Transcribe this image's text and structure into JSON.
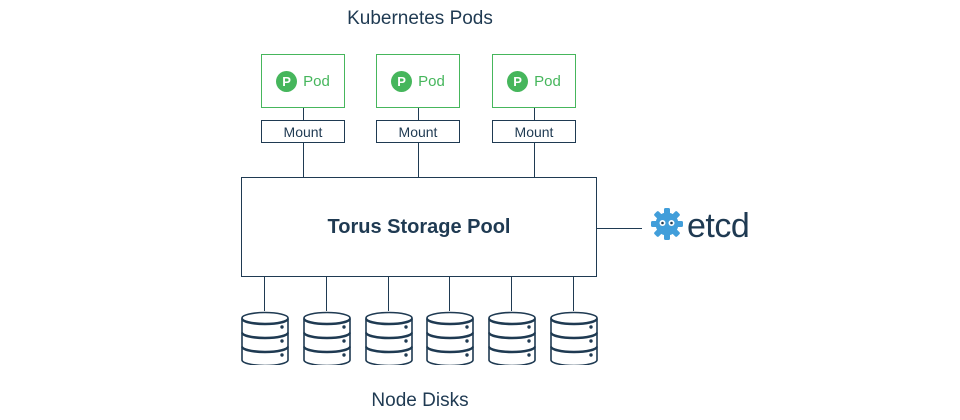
{
  "titles": {
    "pods": "Kubernetes Pods",
    "disks": "Node Disks"
  },
  "pods": [
    {
      "badge": "P",
      "label": "Pod",
      "mount": "Mount"
    },
    {
      "badge": "P",
      "label": "Pod",
      "mount": "Mount"
    },
    {
      "badge": "P",
      "label": "Pod",
      "mount": "Mount"
    }
  ],
  "pool": {
    "label": "Torus Storage Pool"
  },
  "etcd": {
    "label": "etcd",
    "icon": "etcd-logo-icon",
    "color": "#419eda"
  },
  "disks": [
    {
      "icon": "disk-icon"
    },
    {
      "icon": "disk-icon"
    },
    {
      "icon": "disk-icon"
    },
    {
      "icon": "disk-icon"
    },
    {
      "icon": "disk-icon"
    },
    {
      "icon": "disk-icon"
    }
  ],
  "colors": {
    "pod": "#46b65c",
    "line": "#1f3a52",
    "etcd": "#419eda"
  }
}
